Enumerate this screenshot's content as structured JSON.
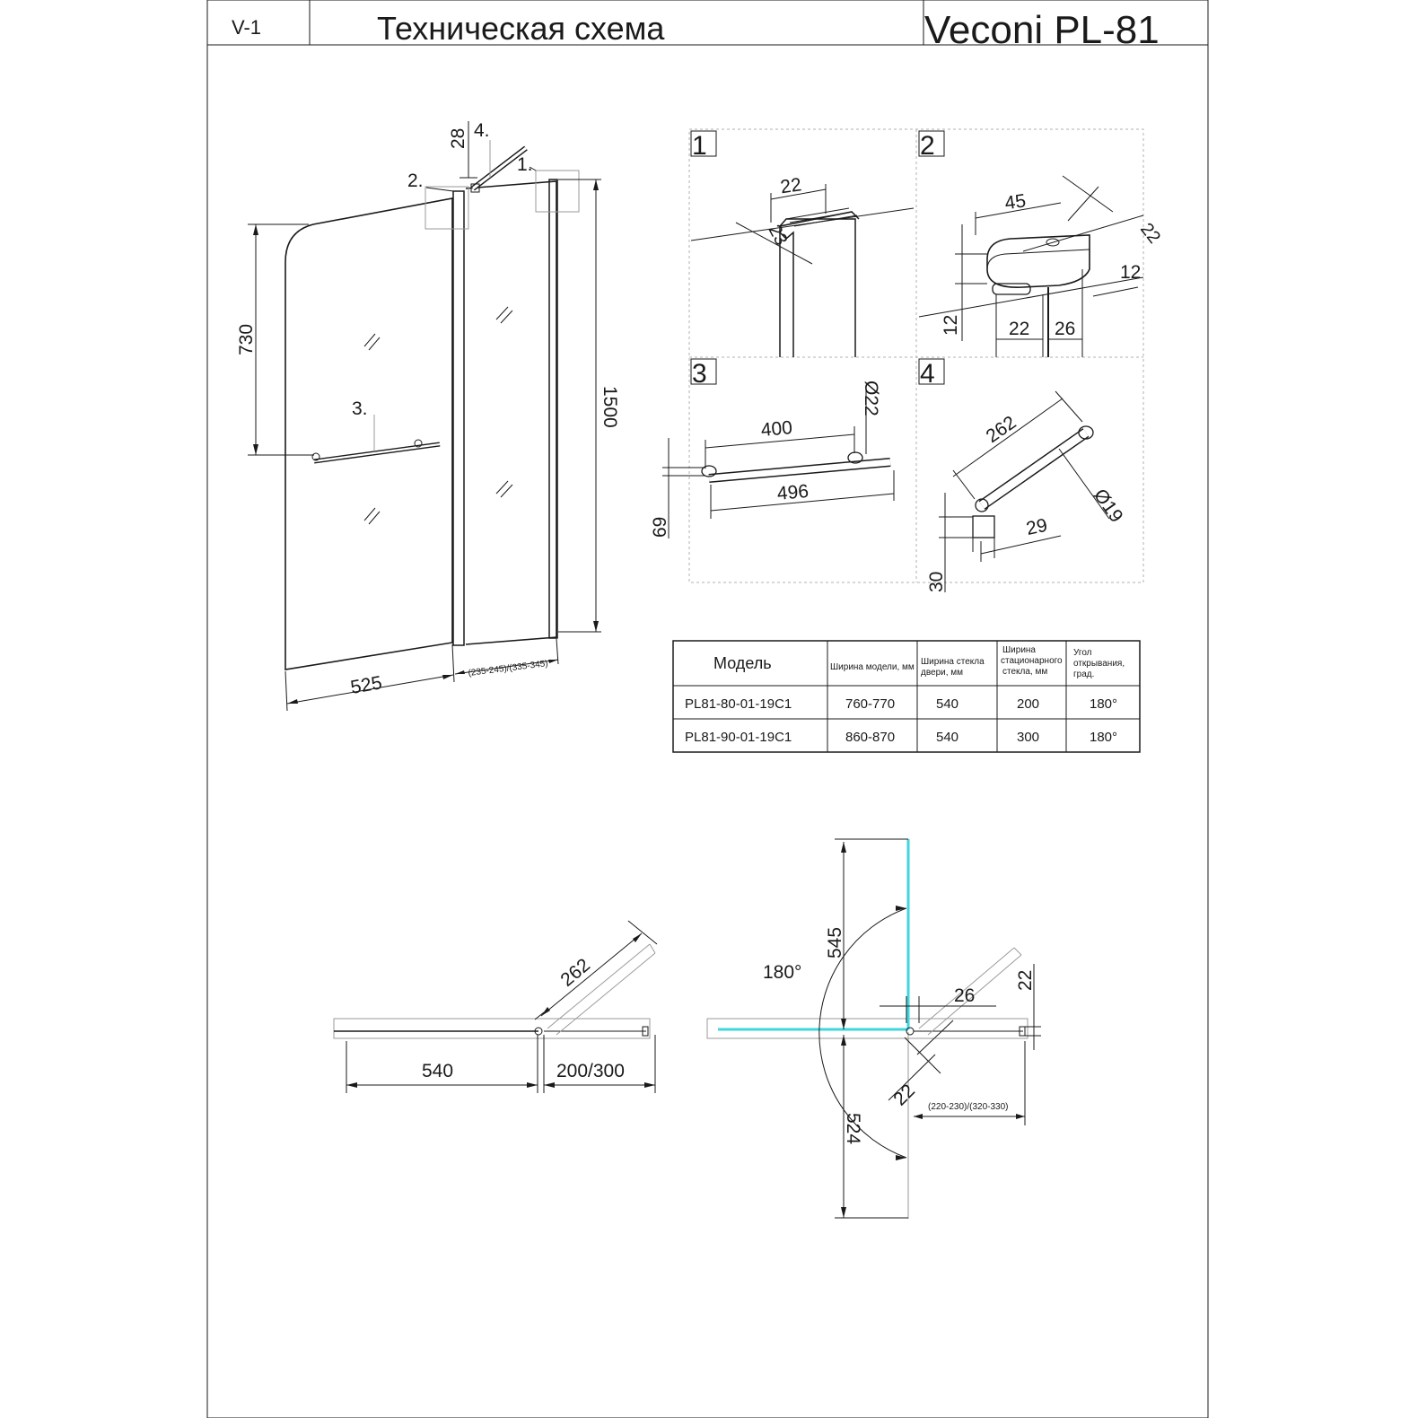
{
  "header": {
    "version": "V-1",
    "title": "Техническая схема",
    "product": "Veconi PL-81"
  },
  "front_view": {
    "callouts": [
      "1.",
      "2.",
      "3.",
      "4."
    ],
    "dims": {
      "height_total": "1500",
      "height_handle": "730",
      "door_width": "525",
      "fixed_width": "(235-245)/(335-345)",
      "top_28": "28"
    }
  },
  "details": {
    "d1": {
      "label": "1",
      "dims": [
        "22",
        "23"
      ]
    },
    "d2": {
      "label": "2",
      "dims": [
        "45",
        "22",
        "12",
        "12",
        "22",
        "26"
      ]
    },
    "d3": {
      "label": "3",
      "dims": [
        "400",
        "Ø22",
        "496",
        "69"
      ]
    },
    "d4": {
      "label": "4",
      "dims": [
        "262",
        "Ø19",
        "29",
        "30"
      ]
    }
  },
  "spec_table": {
    "headers": [
      "Модель",
      "Ширина модели, мм",
      "Ширина стекла двери, мм",
      "Ширина стационарного стекла, мм",
      "Угол открывания, град."
    ],
    "rows": [
      [
        "PL81-80-01-19C1",
        "760-770",
        "540",
        "200",
        "180°"
      ],
      [
        "PL81-90-01-19C1",
        "860-870",
        "540",
        "300",
        "180°"
      ]
    ]
  },
  "plan_left": {
    "dims": {
      "bar": "262",
      "door": "540",
      "fixed": "200/300"
    }
  },
  "plan_right": {
    "dims": {
      "angle": "180°",
      "upper": "545",
      "lower": "524",
      "profile": "26",
      "gap": "22",
      "diag": "22",
      "fixed": "(220-230)/(320-330)"
    },
    "colors": {
      "glass_highlight": "#3fd6dc"
    }
  }
}
